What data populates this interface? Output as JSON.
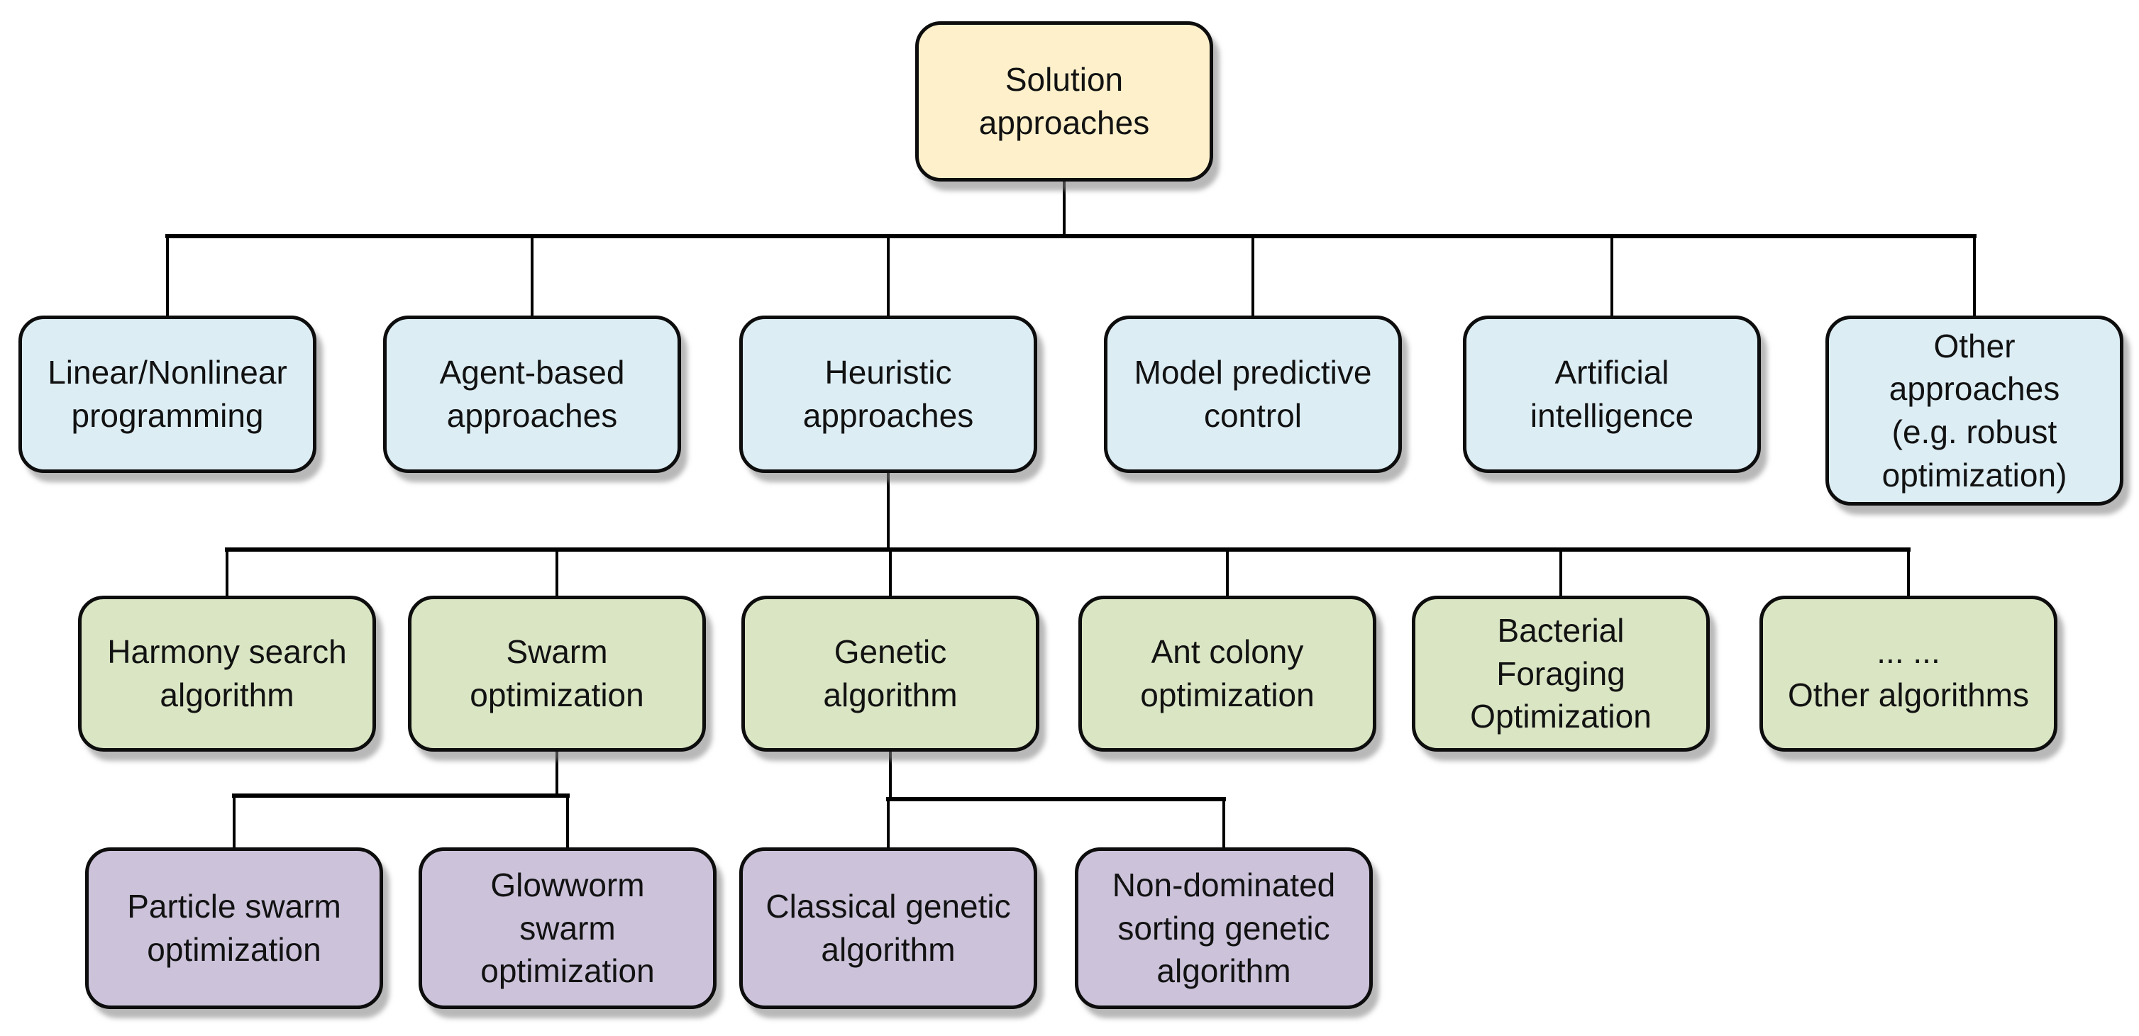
{
  "diagram": {
    "kind": "tree-diagram",
    "palette": {
      "root_fill": "#FDF0CB",
      "approach_fill": "#DCEDF4",
      "heuristic_fill": "#D9E5C3",
      "sub_fill": "#CCC3DB",
      "border": "#0d0d0d",
      "connector": "#000000",
      "text": "#121212",
      "background": "#ffffff"
    },
    "nodes": [
      {
        "id": "root",
        "role": "root",
        "lines": [
          "Solution",
          "approaches"
        ]
      },
      {
        "id": "n2_1",
        "role": "approach",
        "lines": [
          "Linear/Nonlinear",
          "programming"
        ]
      },
      {
        "id": "n2_2",
        "role": "approach",
        "lines": [
          "Agent-based",
          "approaches"
        ]
      },
      {
        "id": "n2_3",
        "role": "approach",
        "lines": [
          "Heuristic",
          "approaches"
        ]
      },
      {
        "id": "n2_4",
        "role": "approach",
        "lines": [
          "Model predictive",
          "control"
        ]
      },
      {
        "id": "n2_5",
        "role": "approach",
        "lines": [
          "Artificial",
          "intelligence"
        ]
      },
      {
        "id": "n2_6",
        "role": "approach",
        "lines": [
          "Other",
          "approaches",
          "(e.g. robust",
          "optimization)"
        ]
      },
      {
        "id": "n3_1",
        "role": "heuristic",
        "lines": [
          "Harmony search",
          "algorithm"
        ]
      },
      {
        "id": "n3_2",
        "role": "heuristic",
        "lines": [
          "Swarm",
          "optimization"
        ]
      },
      {
        "id": "n3_3",
        "role": "heuristic",
        "lines": [
          "Genetic",
          "algorithm"
        ]
      },
      {
        "id": "n3_4",
        "role": "heuristic",
        "lines": [
          "Ant colony",
          "optimization"
        ]
      },
      {
        "id": "n3_5",
        "role": "heuristic",
        "lines": [
          "Bacterial",
          "Foraging",
          "Optimization"
        ]
      },
      {
        "id": "n3_6",
        "role": "heuristic",
        "lines": [
          "... ...",
          "Other algorithms"
        ]
      },
      {
        "id": "n4_1",
        "role": "sub",
        "lines": [
          "Particle swarm",
          "optimization"
        ]
      },
      {
        "id": "n4_2",
        "role": "sub",
        "lines": [
          "Glowworm",
          "swarm",
          "optimization"
        ]
      },
      {
        "id": "n4_3",
        "role": "sub",
        "lines": [
          "Classical genetic",
          "algorithm"
        ]
      },
      {
        "id": "n4_4",
        "role": "sub",
        "lines": [
          "Non-dominated",
          "sorting genetic",
          "algorithm"
        ]
      }
    ],
    "edges": [
      {
        "from": "root",
        "to": "n2_1"
      },
      {
        "from": "root",
        "to": "n2_2"
      },
      {
        "from": "root",
        "to": "n2_3"
      },
      {
        "from": "root",
        "to": "n2_4"
      },
      {
        "from": "root",
        "to": "n2_5"
      },
      {
        "from": "root",
        "to": "n2_6"
      },
      {
        "from": "n2_3",
        "to": "n3_1"
      },
      {
        "from": "n2_3",
        "to": "n3_2"
      },
      {
        "from": "n2_3",
        "to": "n3_3"
      },
      {
        "from": "n2_3",
        "to": "n3_4"
      },
      {
        "from": "n2_3",
        "to": "n3_5"
      },
      {
        "from": "n2_3",
        "to": "n3_6"
      },
      {
        "from": "n3_2",
        "to": "n4_1"
      },
      {
        "from": "n3_2",
        "to": "n4_2"
      },
      {
        "from": "n3_3",
        "to": "n4_3"
      },
      {
        "from": "n3_3",
        "to": "n4_4"
      }
    ]
  }
}
